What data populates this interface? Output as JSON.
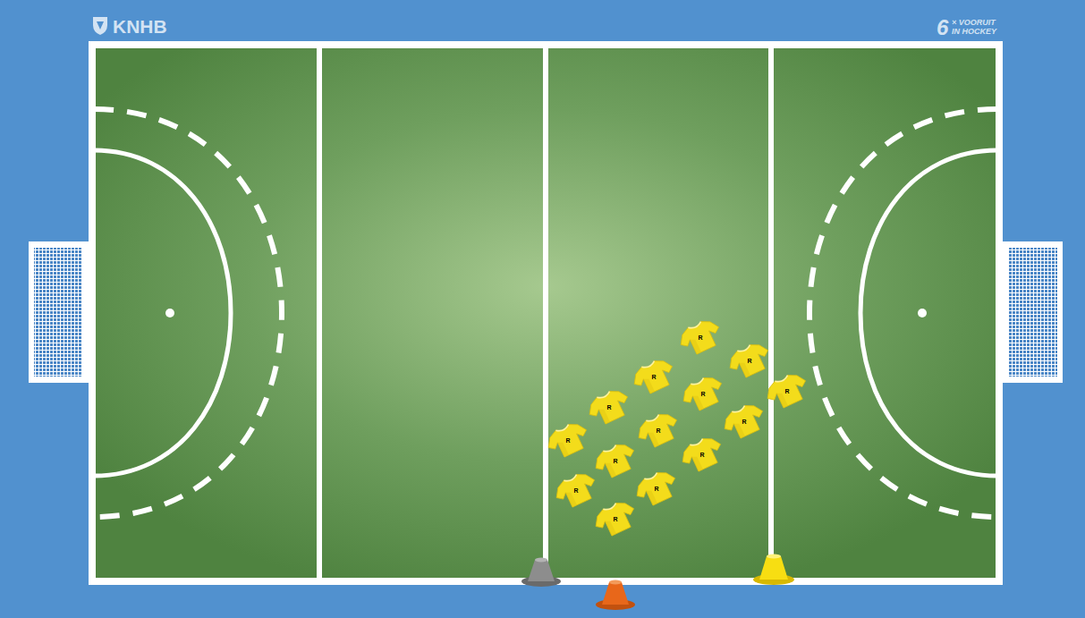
{
  "diagram": {
    "labels": [
      "KNHB",
      "6",
      "× VOORUIT",
      "IN HOCKEY",
      "R",
      "R",
      "R",
      "R",
      "R",
      "R",
      "R",
      "R",
      "R",
      "R",
      "R",
      "R",
      "R",
      "R"
    ]
  }
}
